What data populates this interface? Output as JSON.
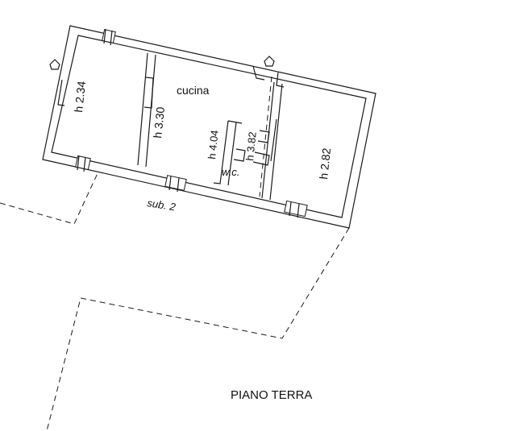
{
  "floor_label": "PIANO TERRA",
  "subunit_label": "sub. 2",
  "rooms": {
    "left_room_height": "h 2.34",
    "kitchen_name": "cucina",
    "kitchen_height": "h 3.30",
    "corridor_height": "h 4.04",
    "wc_name": "w.c.",
    "wc_height": "h 3.82",
    "right_room_height": "h 2.82"
  },
  "colors": {
    "line": "#1a1a1a",
    "background": "#ffffff"
  }
}
